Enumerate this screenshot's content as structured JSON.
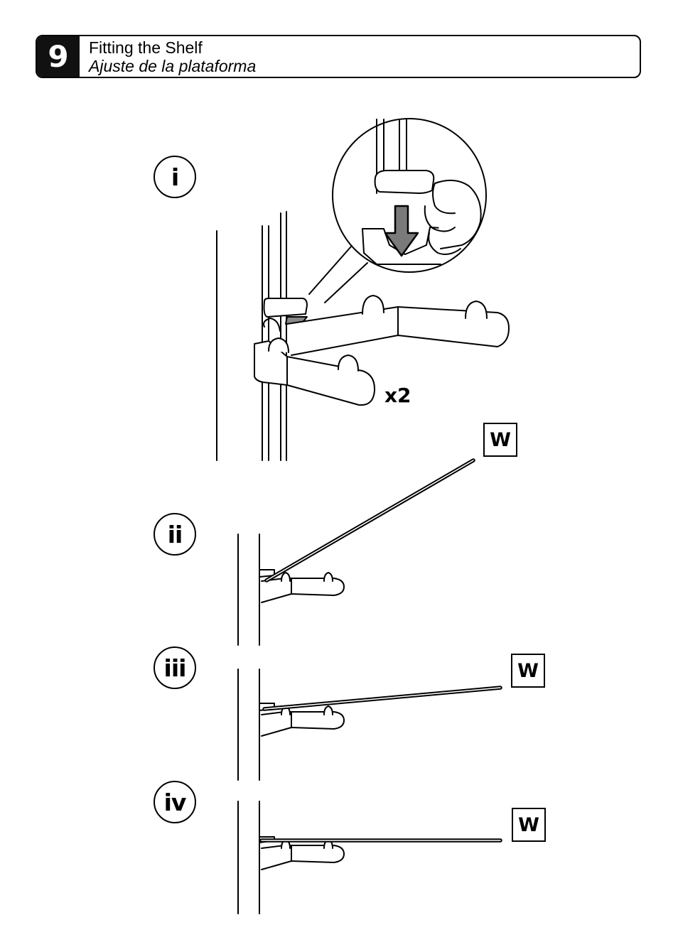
{
  "header": {
    "step_number": "9",
    "title_en": "Fitting the Shelf",
    "title_es": "Ajuste de la plataforma"
  },
  "steps": [
    {
      "label": "i"
    },
    {
      "label": "ii"
    },
    {
      "label": "iii"
    },
    {
      "label": "iv"
    }
  ],
  "quantity_label": "x2",
  "part_label": "W"
}
